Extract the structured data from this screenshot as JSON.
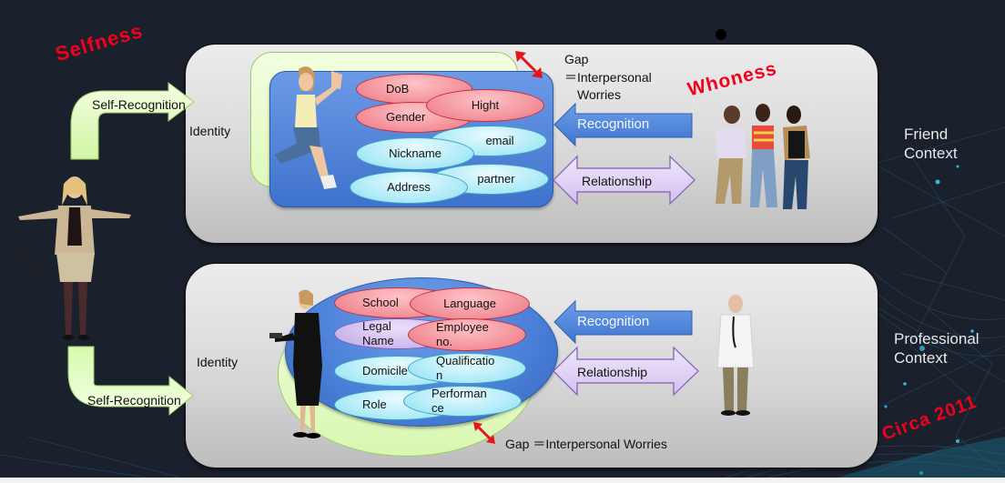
{
  "headings": {
    "selfness": "Selfness",
    "whoness": "Whoness",
    "circa": "Circa 2011"
  },
  "entity": {
    "label_jp": "実体",
    "label_en": "(Entity)"
  },
  "friend_panel": {
    "identity_label": "Identity",
    "self_recognition_label": "Self-Recognition",
    "gap_line1": "Gap",
    "gap_line2": "＝Interpersonal",
    "gap_line3": "Worries",
    "recognition_label": "Recognition",
    "relationship_label": "Relationship",
    "context_line1": "Friend",
    "context_line2": "Context",
    "attributes": [
      {
        "label": "DoB",
        "color": "red"
      },
      {
        "label": "Hight",
        "color": "red"
      },
      {
        "label": "Gender",
        "color": "red"
      },
      {
        "label": "email",
        "color": "cyan"
      },
      {
        "label": "Nickname",
        "color": "cyan"
      },
      {
        "label": "partner",
        "color": "cyan"
      },
      {
        "label": "Address",
        "color": "cyan"
      }
    ]
  },
  "professional_panel": {
    "identity_label": "Identity",
    "self_recognition_label": "Self-Recognition",
    "gap_label": "Gap ＝Interpersonal Worries",
    "recognition_label": "Recognition",
    "relationship_label": "Relationship",
    "context_line1": "Professional",
    "context_line2": "Context",
    "attributes": [
      {
        "label": "School",
        "color": "red"
      },
      {
        "label": "Language",
        "color": "red"
      },
      {
        "label": "Legal Name",
        "line1": "Legal",
        "line2": "Name",
        "color": "purple"
      },
      {
        "label": "Employee no.",
        "line1": "Employee",
        "line2": "no.",
        "color": "red"
      },
      {
        "label": "Domicile",
        "color": "cyan"
      },
      {
        "label": "Qualification",
        "line1": "Qualificatio",
        "line2": "n",
        "color": "cyan"
      },
      {
        "label": "Role",
        "color": "cyan"
      },
      {
        "label": "Performance",
        "line1": "Performan",
        "line2": "ce",
        "color": "cyan"
      }
    ]
  },
  "colors": {
    "background": "#1a212d",
    "accent_red": "#f2001c",
    "recognition_blue": "#4f86d6",
    "relationship_purple": "#dccff3",
    "identity_green": "#eaffc8",
    "identity_blue": "#4a7fd8"
  }
}
